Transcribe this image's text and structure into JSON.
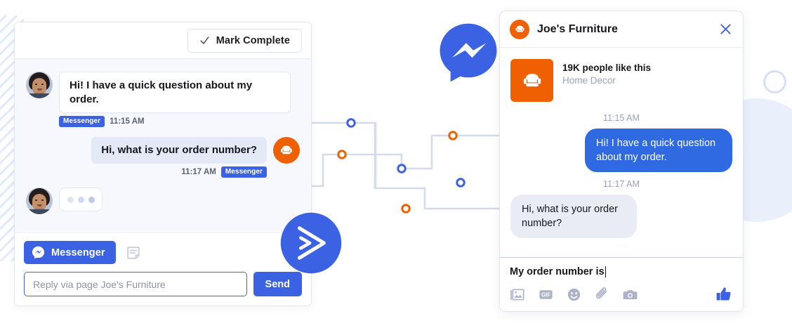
{
  "inbox": {
    "mark_complete_label": "Mark Complete",
    "mark_complete_icon": "check-icon",
    "messages": [
      {
        "direction": "in",
        "text": "Hi! I have a quick question about my order.",
        "channel_tag": "Messenger",
        "time": "11:15 AM",
        "avatar": "customer-avatar"
      },
      {
        "direction": "out",
        "text": "Hi, what is your order number?",
        "channel_tag": "Messenger",
        "time": "11:17 AM",
        "avatar": "joes-furniture-logo"
      },
      {
        "direction": "in",
        "text": "",
        "typing_indicator": true,
        "avatar": "customer-avatar"
      }
    ],
    "composer": {
      "channel_label": "Messenger",
      "channel_icon": "messenger-icon",
      "note_icon": "note-icon",
      "reply_placeholder": "Reply via page Joe's Furniture",
      "reply_value": "",
      "send_label": "Send"
    }
  },
  "widget": {
    "header": {
      "title": "Joe's Furniture",
      "logo_icon": "armchair-icon",
      "close_icon": "close-icon"
    },
    "page_card": {
      "likes": "19K people like this",
      "category": "Home Decor",
      "thumb_icon": "armchair-icon"
    },
    "messages": [
      {
        "time": "11:15 AM",
        "direction": "out",
        "text": "Hi! I have a quick question about my order."
      },
      {
        "time": "11:17 AM",
        "direction": "in",
        "text": "Hi, what is your order number?"
      }
    ],
    "composer": {
      "input_value": "My order number is",
      "tools": [
        "image-icon",
        "gif-icon",
        "emoji-icon",
        "attachment-icon",
        "camera-icon"
      ],
      "like_icon": "thumbs-up-icon"
    }
  },
  "decor": {
    "messenger_bubble_icon": "messenger-logo",
    "send_bubble_icon": "send-arrow-logo",
    "circuit": {
      "node_colors": {
        "blue": "#3b62e3",
        "orange": "#ee6002"
      },
      "line_color": "#d3dbec"
    }
  },
  "colors": {
    "brand_blue": "#3b62e3",
    "messenger_blue": "#2f6ae3",
    "brand_orange": "#ee6002",
    "thread_bg": "#f6f8fe",
    "border": "#dfe5f3"
  }
}
